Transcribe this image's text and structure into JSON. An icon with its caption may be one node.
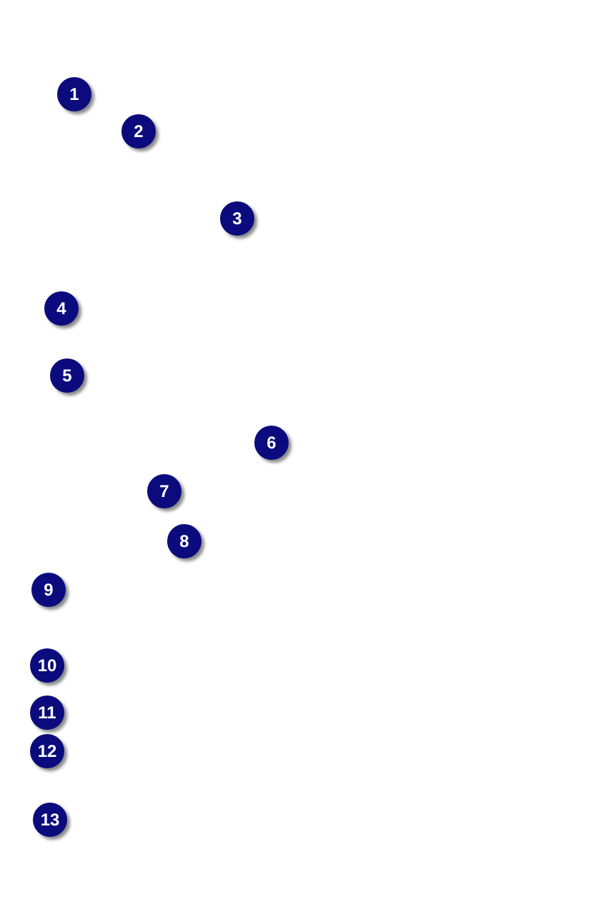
{
  "diagram": {
    "labels": [
      "1",
      "2",
      "3",
      "4",
      "5",
      "6",
      "7",
      "8",
      "9",
      "10",
      "11",
      "12",
      "13"
    ]
  }
}
